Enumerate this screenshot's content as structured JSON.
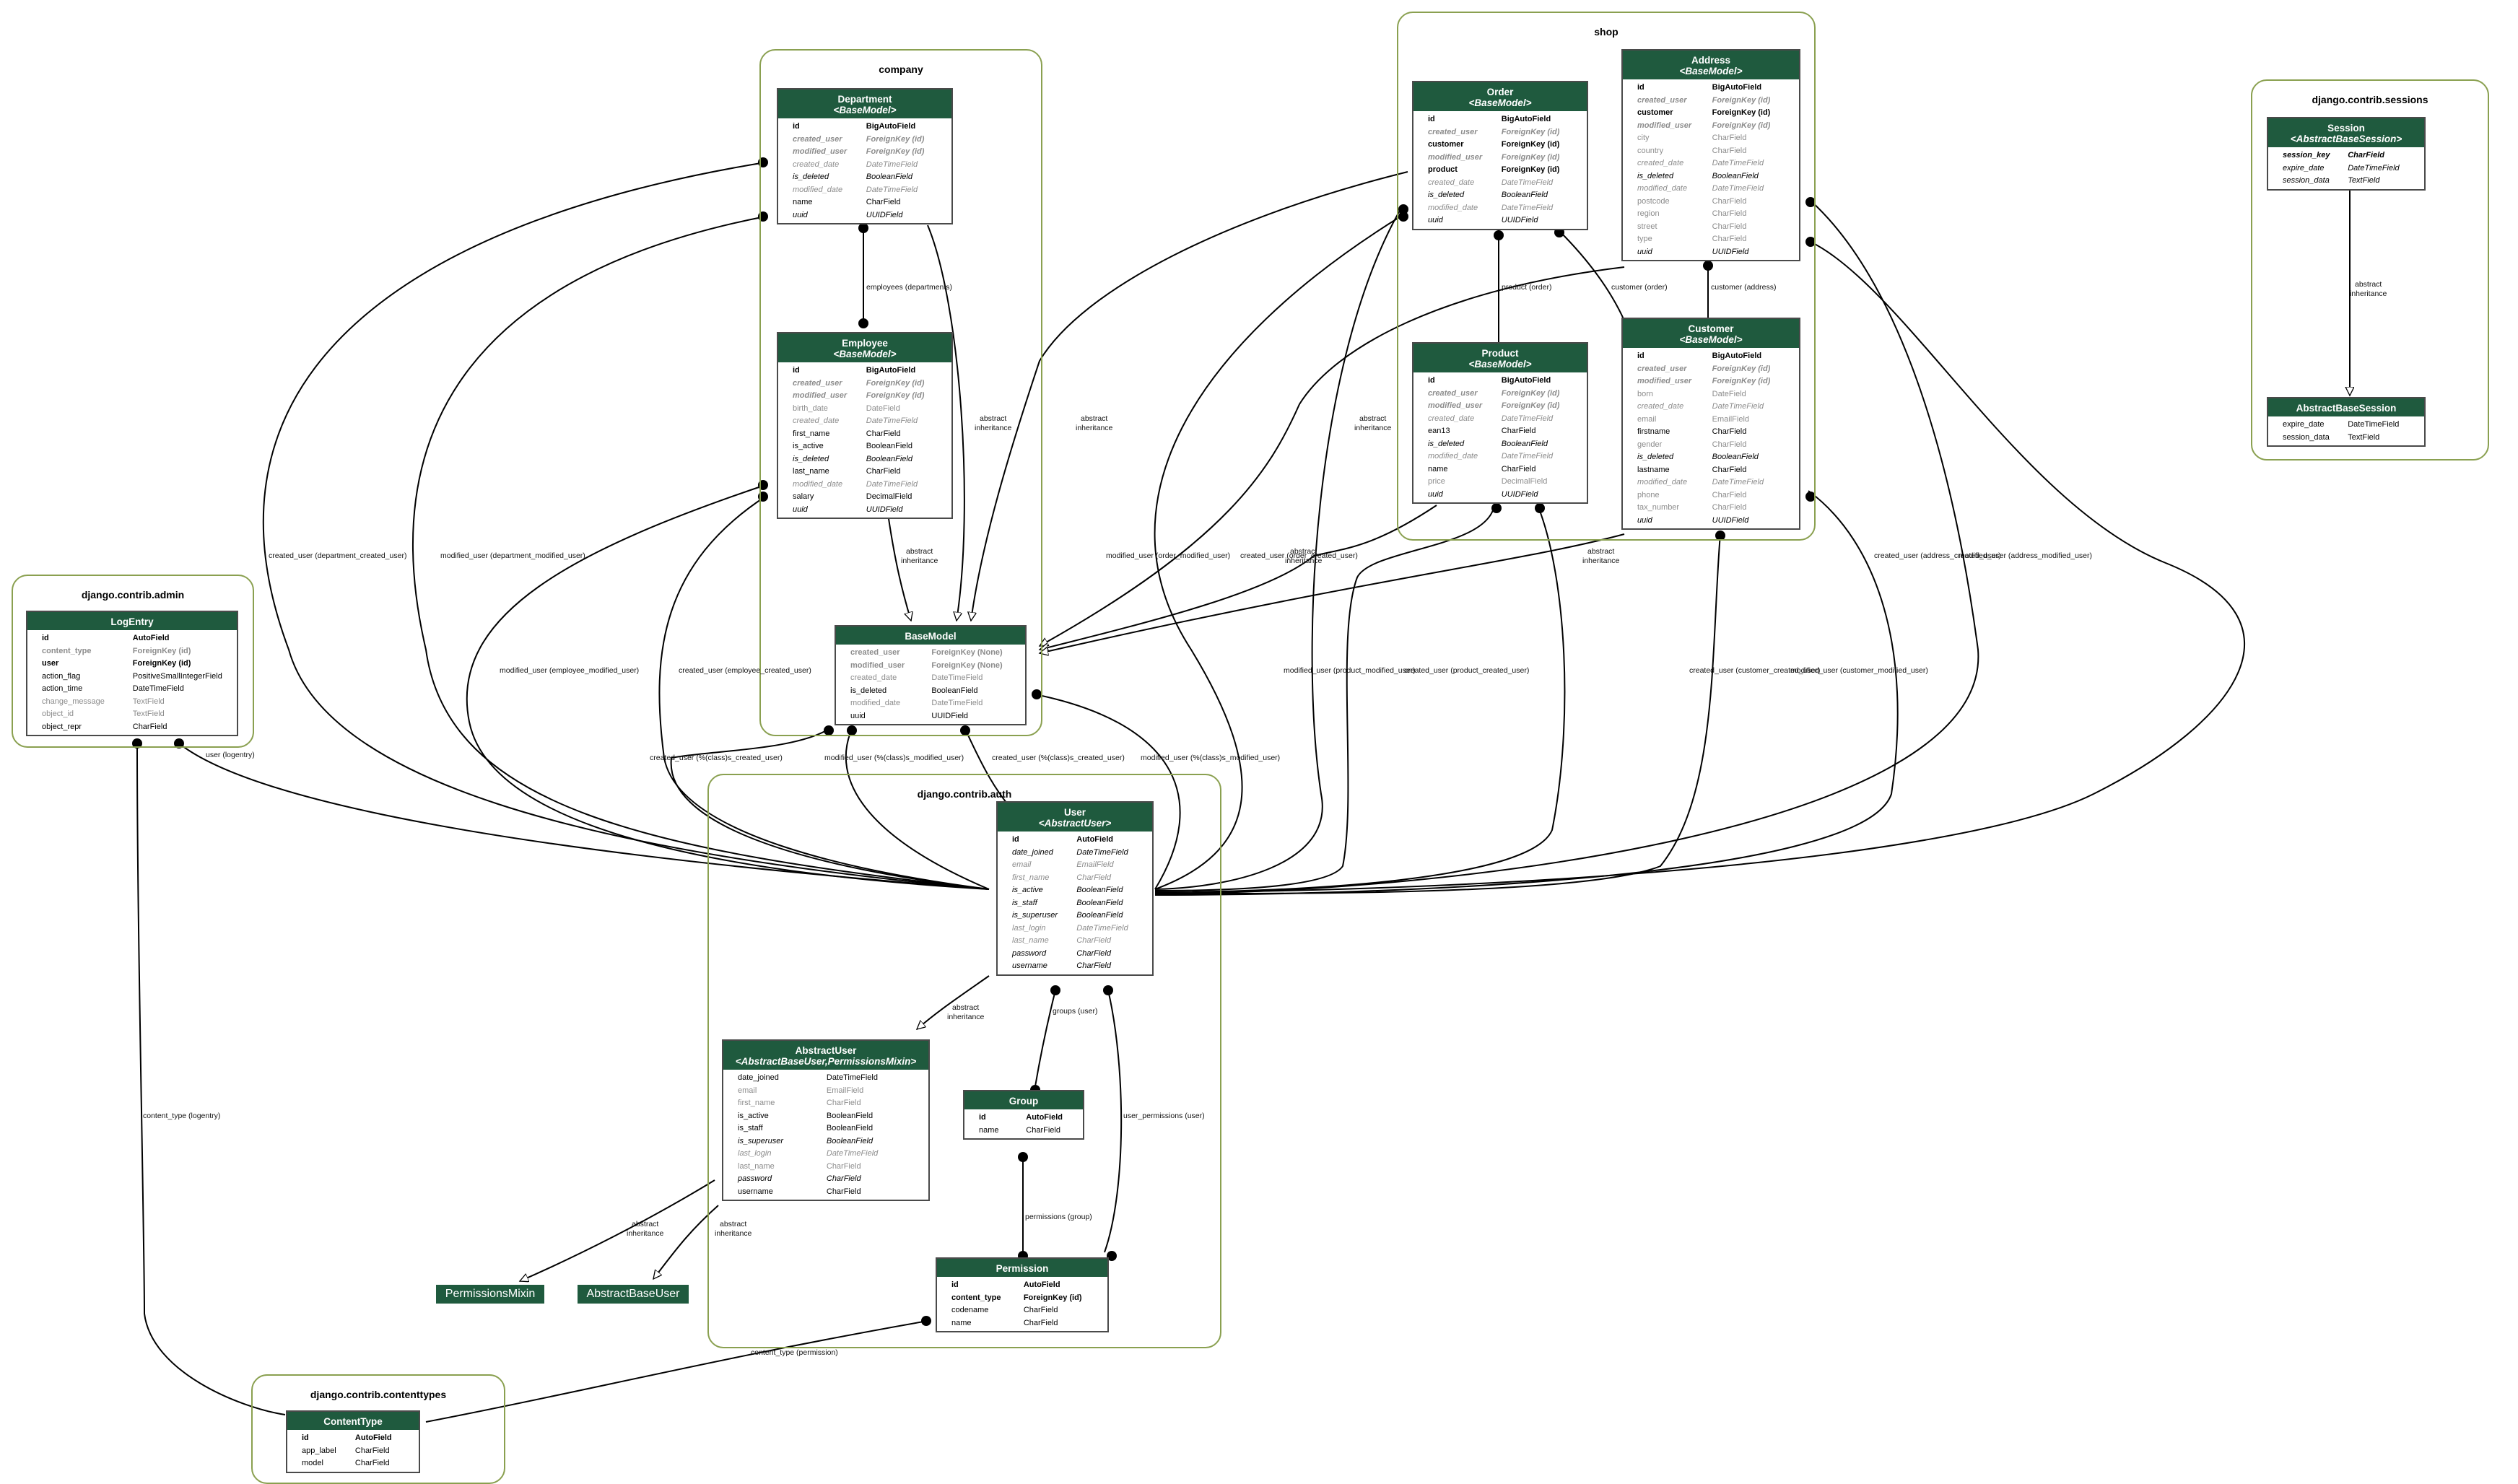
{
  "clusters": {
    "company": "company",
    "shop": "shop",
    "sessions": "django.contrib.sessions",
    "admin": "django.contrib.admin",
    "auth": "django.contrib.auth",
    "contenttypes": "django.contrib.contenttypes"
  },
  "models": {
    "department": {
      "name": "Department",
      "parent": "<BaseModel>",
      "fields": [
        {
          "name": "id",
          "type": "BigAutoField",
          "style": "b"
        },
        {
          "name": "created_user",
          "type": "ForeignKey (id)",
          "style": "b i g"
        },
        {
          "name": "modified_user",
          "type": "ForeignKey (id)",
          "style": "b i g"
        },
        {
          "name": "created_date",
          "type": "DateTimeField",
          "style": "i g"
        },
        {
          "name": "is_deleted",
          "type": "BooleanField",
          "style": "i"
        },
        {
          "name": "modified_date",
          "type": "DateTimeField",
          "style": "i g"
        },
        {
          "name": "name",
          "type": "CharField",
          "style": ""
        },
        {
          "name": "uuid",
          "type": "UUIDField",
          "style": "i"
        }
      ]
    },
    "employee": {
      "name": "Employee",
      "parent": "<BaseModel>",
      "fields": [
        {
          "name": "id",
          "type": "BigAutoField",
          "style": "b"
        },
        {
          "name": "created_user",
          "type": "ForeignKey (id)",
          "style": "b i g"
        },
        {
          "name": "modified_user",
          "type": "ForeignKey (id)",
          "style": "b i g"
        },
        {
          "name": "birth_date",
          "type": "DateField",
          "style": "g"
        },
        {
          "name": "created_date",
          "type": "DateTimeField",
          "style": "i g"
        },
        {
          "name": "first_name",
          "type": "CharField",
          "style": ""
        },
        {
          "name": "is_active",
          "type": "BooleanField",
          "style": ""
        },
        {
          "name": "is_deleted",
          "type": "BooleanField",
          "style": "i"
        },
        {
          "name": "last_name",
          "type": "CharField",
          "style": ""
        },
        {
          "name": "modified_date",
          "type": "DateTimeField",
          "style": "i g"
        },
        {
          "name": "salary",
          "type": "DecimalField",
          "style": ""
        },
        {
          "name": "uuid",
          "type": "UUIDField",
          "style": "i"
        }
      ]
    },
    "basemodel": {
      "name": "BaseModel",
      "parent": "",
      "fields": [
        {
          "name": "created_user",
          "type": "ForeignKey (None)",
          "style": "b g"
        },
        {
          "name": "modified_user",
          "type": "ForeignKey (None)",
          "style": "b g"
        },
        {
          "name": "created_date",
          "type": "DateTimeField",
          "style": "g"
        },
        {
          "name": "is_deleted",
          "type": "BooleanField",
          "style": ""
        },
        {
          "name": "modified_date",
          "type": "DateTimeField",
          "style": "g"
        },
        {
          "name": "uuid",
          "type": "UUIDField",
          "style": ""
        }
      ]
    },
    "order": {
      "name": "Order",
      "parent": "<BaseModel>",
      "fields": [
        {
          "name": "id",
          "type": "BigAutoField",
          "style": "b"
        },
        {
          "name": "created_user",
          "type": "ForeignKey (id)",
          "style": "b i g"
        },
        {
          "name": "customer",
          "type": "ForeignKey (id)",
          "style": "b"
        },
        {
          "name": "modified_user",
          "type": "ForeignKey (id)",
          "style": "b i g"
        },
        {
          "name": "product",
          "type": "ForeignKey (id)",
          "style": "b"
        },
        {
          "name": "created_date",
          "type": "DateTimeField",
          "style": "i g"
        },
        {
          "name": "is_deleted",
          "type": "BooleanField",
          "style": "i"
        },
        {
          "name": "modified_date",
          "type": "DateTimeField",
          "style": "i g"
        },
        {
          "name": "uuid",
          "type": "UUIDField",
          "style": "i"
        }
      ]
    },
    "address": {
      "name": "Address",
      "parent": "<BaseModel>",
      "fields": [
        {
          "name": "id",
          "type": "BigAutoField",
          "style": "b"
        },
        {
          "name": "created_user",
          "type": "ForeignKey (id)",
          "style": "b i g"
        },
        {
          "name": "customer",
          "type": "ForeignKey (id)",
          "style": "b"
        },
        {
          "name": "modified_user",
          "type": "ForeignKey (id)",
          "style": "b i g"
        },
        {
          "name": "city",
          "type": "CharField",
          "style": "g"
        },
        {
          "name": "country",
          "type": "CharField",
          "style": "g"
        },
        {
          "name": "created_date",
          "type": "DateTimeField",
          "style": "i g"
        },
        {
          "name": "is_deleted",
          "type": "BooleanField",
          "style": "i"
        },
        {
          "name": "modified_date",
          "type": "DateTimeField",
          "style": "i g"
        },
        {
          "name": "postcode",
          "type": "CharField",
          "style": "g"
        },
        {
          "name": "region",
          "type": "CharField",
          "style": "g"
        },
        {
          "name": "street",
          "type": "CharField",
          "style": "g"
        },
        {
          "name": "type",
          "type": "CharField",
          "style": "g"
        },
        {
          "name": "uuid",
          "type": "UUIDField",
          "style": "i"
        }
      ]
    },
    "product": {
      "name": "Product",
      "parent": "<BaseModel>",
      "fields": [
        {
          "name": "id",
          "type": "BigAutoField",
          "style": "b"
        },
        {
          "name": "created_user",
          "type": "ForeignKey (id)",
          "style": "b i g"
        },
        {
          "name": "modified_user",
          "type": "ForeignKey (id)",
          "style": "b i g"
        },
        {
          "name": "created_date",
          "type": "DateTimeField",
          "style": "i g"
        },
        {
          "name": "ean13",
          "type": "CharField",
          "style": ""
        },
        {
          "name": "is_deleted",
          "type": "BooleanField",
          "style": "i"
        },
        {
          "name": "modified_date",
          "type": "DateTimeField",
          "style": "i g"
        },
        {
          "name": "name",
          "type": "CharField",
          "style": ""
        },
        {
          "name": "price",
          "type": "DecimalField",
          "style": "g"
        },
        {
          "name": "uuid",
          "type": "UUIDField",
          "style": "i"
        }
      ]
    },
    "customer": {
      "name": "Customer",
      "parent": "<BaseModel>",
      "fields": [
        {
          "name": "id",
          "type": "BigAutoField",
          "style": "b"
        },
        {
          "name": "created_user",
          "type": "ForeignKey (id)",
          "style": "b i g"
        },
        {
          "name": "modified_user",
          "type": "ForeignKey (id)",
          "style": "b i g"
        },
        {
          "name": "born",
          "type": "DateField",
          "style": "g"
        },
        {
          "name": "created_date",
          "type": "DateTimeField",
          "style": "i g"
        },
        {
          "name": "email",
          "type": "EmailField",
          "style": "g"
        },
        {
          "name": "firstname",
          "type": "CharField",
          "style": ""
        },
        {
          "name": "gender",
          "type": "CharField",
          "style": "g"
        },
        {
          "name": "is_deleted",
          "type": "BooleanField",
          "style": "i"
        },
        {
          "name": "lastname",
          "type": "CharField",
          "style": ""
        },
        {
          "name": "modified_date",
          "type": "DateTimeField",
          "style": "i g"
        },
        {
          "name": "phone",
          "type": "CharField",
          "style": "g"
        },
        {
          "name": "tax_number",
          "type": "CharField",
          "style": "g"
        },
        {
          "name": "uuid",
          "type": "UUIDField",
          "style": "i"
        }
      ]
    },
    "session": {
      "name": "Session",
      "parent": "<AbstractBaseSession>",
      "fields": [
        {
          "name": "session_key",
          "type": "CharField",
          "style": "b i"
        },
        {
          "name": "expire_date",
          "type": "DateTimeField",
          "style": "i"
        },
        {
          "name": "session_data",
          "type": "TextField",
          "style": "i"
        }
      ]
    },
    "abstractbasesession": {
      "name": "AbstractBaseSession",
      "parent": "",
      "fields": [
        {
          "name": "expire_date",
          "type": "DateTimeField",
          "style": ""
        },
        {
          "name": "session_data",
          "type": "TextField",
          "style": ""
        }
      ]
    },
    "logentry": {
      "name": "LogEntry",
      "parent": "",
      "fields": [
        {
          "name": "id",
          "type": "AutoField",
          "style": "b"
        },
        {
          "name": "content_type",
          "type": "ForeignKey (id)",
          "style": "b g"
        },
        {
          "name": "user",
          "type": "ForeignKey (id)",
          "style": "b"
        },
        {
          "name": "action_flag",
          "type": "PositiveSmallIntegerField",
          "style": ""
        },
        {
          "name": "action_time",
          "type": "DateTimeField",
          "style": ""
        },
        {
          "name": "change_message",
          "type": "TextField",
          "style": "g"
        },
        {
          "name": "object_id",
          "type": "TextField",
          "style": "g"
        },
        {
          "name": "object_repr",
          "type": "CharField",
          "style": ""
        }
      ]
    },
    "user": {
      "name": "User",
      "parent": "<AbstractUser>",
      "fields": [
        {
          "name": "id",
          "type": "AutoField",
          "style": "b"
        },
        {
          "name": "date_joined",
          "type": "DateTimeField",
          "style": "i"
        },
        {
          "name": "email",
          "type": "EmailField",
          "style": "i g"
        },
        {
          "name": "first_name",
          "type": "CharField",
          "style": "i g"
        },
        {
          "name": "is_active",
          "type": "BooleanField",
          "style": "i"
        },
        {
          "name": "is_staff",
          "type": "BooleanField",
          "style": "i"
        },
        {
          "name": "is_superuser",
          "type": "BooleanField",
          "style": "i"
        },
        {
          "name": "last_login",
          "type": "DateTimeField",
          "style": "i g"
        },
        {
          "name": "last_name",
          "type": "CharField",
          "style": "i g"
        },
        {
          "name": "password",
          "type": "CharField",
          "style": "i"
        },
        {
          "name": "username",
          "type": "CharField",
          "style": "i"
        }
      ]
    },
    "abstractuser": {
      "name": "AbstractUser",
      "parent": "<AbstractBaseUser,PermissionsMixin>",
      "fields": [
        {
          "name": "date_joined",
          "type": "DateTimeField",
          "style": ""
        },
        {
          "name": "email",
          "type": "EmailField",
          "style": "g"
        },
        {
          "name": "first_name",
          "type": "CharField",
          "style": "g"
        },
        {
          "name": "is_active",
          "type": "BooleanField",
          "style": ""
        },
        {
          "name": "is_staff",
          "type": "BooleanField",
          "style": ""
        },
        {
          "name": "is_superuser",
          "type": "BooleanField",
          "style": "i"
        },
        {
          "name": "last_login",
          "type": "DateTimeField",
          "style": "i g"
        },
        {
          "name": "last_name",
          "type": "CharField",
          "style": "g"
        },
        {
          "name": "password",
          "type": "CharField",
          "style": "i"
        },
        {
          "name": "username",
          "type": "CharField",
          "style": ""
        }
      ]
    },
    "group": {
      "name": "Group",
      "parent": "",
      "fields": [
        {
          "name": "id",
          "type": "AutoField",
          "style": "b"
        },
        {
          "name": "name",
          "type": "CharField",
          "style": ""
        }
      ]
    },
    "permission": {
      "name": "Permission",
      "parent": "",
      "fields": [
        {
          "name": "id",
          "type": "AutoField",
          "style": "b"
        },
        {
          "name": "content_type",
          "type": "ForeignKey (id)",
          "style": "b"
        },
        {
          "name": "codename",
          "type": "CharField",
          "style": ""
        },
        {
          "name": "name",
          "type": "CharField",
          "style": ""
        }
      ]
    },
    "contenttype": {
      "name": "ContentType",
      "parent": "",
      "fields": [
        {
          "name": "id",
          "type": "AutoField",
          "style": "b"
        },
        {
          "name": "app_label",
          "type": "CharField",
          "style": ""
        },
        {
          "name": "model",
          "type": "CharField",
          "style": ""
        }
      ]
    }
  },
  "external_models": {
    "permissions_mixin": "PermissionsMixin",
    "abstract_base_user": "AbstractBaseUser"
  },
  "edge_labels": {
    "employees_departments": "employees (departments)",
    "abstract_inheritance": "abstract\ninheritance",
    "dept_created": "created_user (department_created_user)",
    "dept_modified": "modified_user (department_modified_user)",
    "emp_modified": "modified_user (employee_modified_user)",
    "emp_created": "created_user (employee_created_user)",
    "base_created_1": "created_user (%(class)s_created_user)",
    "base_modified_1": "modified_user (%(class)s_modified_user)",
    "base_created_2": "created_user (%(class)s_created_user)",
    "base_modified_2": "modified_user (%(class)s_modified_user)",
    "order_modified": "modified_user (order_modified_user)",
    "order_created": "created_user (order_created_user)",
    "product_order": "product (order)",
    "customer_order": "customer (order)",
    "customer_address": "customer (address)",
    "product_modified": "modified_user (product_modified_user)",
    "product_created": "created_user (product_created_user)",
    "customer_created": "created_user (customer_created_user)",
    "customer_modified": "modified_user (customer_modified_user)",
    "address_created": "created_user (address_created_user)",
    "address_modified": "modified_user (address_modified_user)",
    "user_logentry": "user (logentry)",
    "content_type_logentry": "content_type (logentry)",
    "groups_user": "groups (user)",
    "user_permissions_user": "user_permissions (user)",
    "permissions_group": "permissions (group)",
    "content_type_permission": "content_type (permission)"
  },
  "colors": {
    "header_bg": "#1f5a3e",
    "cluster_border": "#8aa050",
    "muted_text": "#8c8c8c"
  }
}
